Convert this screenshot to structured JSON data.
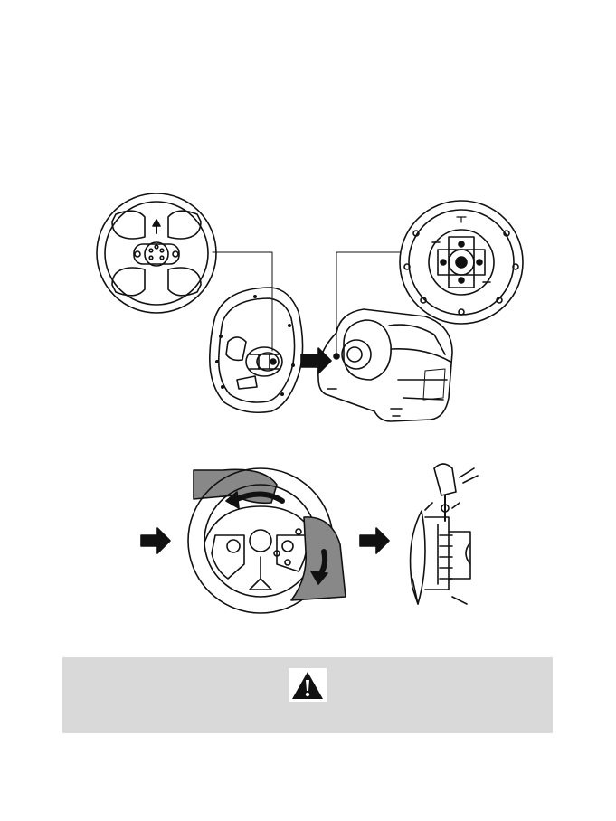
{
  "page": {
    "background": "#ffffff",
    "line_color": "#111111"
  },
  "figures": [
    {
      "name": "wheel-rear-detail",
      "icon": "quick-release-plate-icon"
    },
    {
      "name": "wheel-assembly",
      "icon": "racing-wheel-icon"
    },
    {
      "name": "servo-base",
      "icon": "wheel-base-icon"
    },
    {
      "name": "base-hub-detail",
      "icon": "hub-connector-icon"
    },
    {
      "name": "rotate-wheel-step",
      "icon": "rotate-arrow-icon"
    },
    {
      "name": "tighten-nut-step",
      "icon": "side-view-icon"
    }
  ],
  "caution": {
    "background": "#d9d9d9",
    "icon": "warning-triangle-icon"
  }
}
